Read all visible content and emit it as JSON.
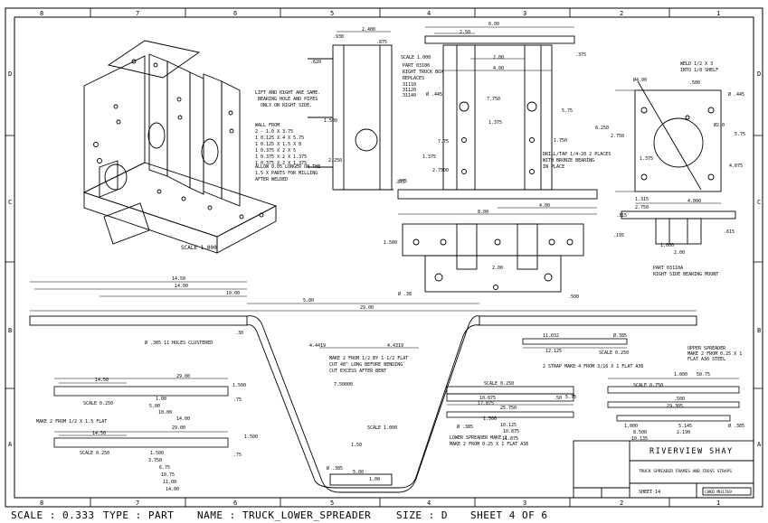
{
  "border": {
    "top_zones": [
      "8",
      "7",
      "6",
      "5",
      "4",
      "3",
      "2",
      "1"
    ],
    "bottom_zones": [
      "8",
      "7",
      "6",
      "5",
      "4",
      "3",
      "2",
      "1"
    ],
    "side_zones": [
      "D",
      "C",
      "B",
      "A"
    ]
  },
  "iso_view": {
    "scale": "SCALE  1.000"
  },
  "end_view": {
    "dims": [
      "2.400",
      ".938",
      ".875",
      "1.500",
      ".375",
      "2.250",
      ".620"
    ]
  },
  "lift_note": [
    "LIFT AND RIGHT ARE SAME.",
    "BEARING HOLE AND PIPES",
    "ONLY ON RIGHT SIDE."
  ],
  "wall_table": [
    "WALL    FROM",
    "2 - 1.0 X 3.75",
    "1 0.125 X 4 X 5.75",
    "1 0.125 X 1.5 X 8",
    "1 0.375 X 2 X 5",
    "1 0.375 X 2 X 1.375",
    "1 0.375 X 2 X 1.375"
  ],
  "allow_note": [
    "ALLOW 0.05 LONGER ON THE",
    "1.5 X PARTS FOR MILLING",
    "AFTER WELDED"
  ],
  "front_view": {
    "scale": "SCALE  1.000",
    "part": [
      "PART 03100",
      "RIGHT TRUCK BOX",
      "REPLACES",
      "31110",
      "31120",
      "31140"
    ],
    "top_dims": [
      "6.00",
      "2.50",
      "2.00",
      "4.00",
      ".375"
    ],
    "mid_dims": [
      "Ø .445",
      "7.750",
      "1.375",
      "5.75",
      "7.75",
      "1.375",
      "2.7500",
      "1.750"
    ],
    "drill_note": [
      "DRILL/TAP 1/4-20 2 PLACES",
      "WITH BRONZE BEARING",
      "IN PLACE"
    ],
    "bottom_dims": [
      "8.00",
      "4.00",
      ".375"
    ]
  },
  "bearing_mount": {
    "weld_note": [
      "WELD 1/2 X 3",
      "INTO 1/8 SHELF"
    ],
    "dims": [
      "Ø4.00",
      ".500",
      "Ø .445",
      "Ø2.0",
      "6.250",
      "2.750",
      "1.375",
      "5.75",
      "4.075",
      "1.315",
      "2.750",
      "4.000",
      ".315",
      ".195",
      "1.000",
      "2.00",
      ".615"
    ],
    "part": [
      "PART 03110A",
      "RIGHT SIDE BEARING MOUNT"
    ]
  },
  "pipe_view": {
    "dims": [
      "1.500",
      "Ø .38",
      "2.00",
      ".500"
    ]
  },
  "spreader_main": {
    "dims": [
      "14.50",
      "14.00",
      "10.00",
      "5.00",
      "29.00",
      ".30",
      "4.4419",
      "4.4319",
      "7.50000",
      "1.50",
      "5.00",
      "1.00",
      "Ø .385"
    ],
    "notes": [
      "Ø .385 11 HOLES CLUSTERED",
      "MAKE 2 FROM 1/2 BY 1-1/2 FLAT",
      "CUT 48\" LONG BEFORE BENDING",
      "CUT EXCESS AFTER BENT"
    ],
    "scale": "SCALE  1.000"
  },
  "strap_1": {
    "dims": [
      "14.50",
      "29.00",
      "1.500",
      ".75",
      "1.00",
      "5.00",
      "10.00",
      "14.00"
    ],
    "scale": "SCALE  0.250"
  },
  "strap_2": {
    "dims": [
      "14.50",
      "29.00",
      "1.500",
      ".75",
      "1.500",
      "3.750",
      "6.75",
      "10.75",
      "11.00",
      "14.00"
    ],
    "scale": "SCALE  0.250",
    "note": "MAKE 2 FROM 1/2 X 1.5 FLAT"
  },
  "strap_3": {
    "dims": [
      "11.032",
      "12.125",
      "Ø.385",
      "SCALE  0.250"
    ],
    "note": "2 STRAP MAKE 4 FROM 3/16 X 1 FLAT A36"
  },
  "lower_spreader": {
    "scale": "SCALE  0.250",
    "dims": [
      "10.875",
      "17.875",
      "25.750",
      ".50",
      "5.75",
      "1.500",
      "10.125",
      "10.875",
      "11.875",
      "Ø .385"
    ],
    "note": [
      "LOWER SPREADER MAKE 2",
      "MAKE 2 FROM 0.25 X 1 FLAT A36"
    ]
  },
  "upper_spreader": {
    "note": [
      "UPPER SPREADER",
      "MAKE 2 FROM 0.25 X 1",
      "FLAT A36 STEEL"
    ],
    "dims": [
      "1.000",
      "50.75",
      "SCALE  0.750",
      ".500",
      "29.305",
      "1.000",
      "8.500",
      "5.145",
      "10.135",
      "2.190",
      "Ø .385"
    ]
  },
  "title_block": {
    "company": "RIVERVIEW SHAY",
    "title": "TRUCK SPREADER FRAMES AND CROSS STRAPS",
    "sheet": "SHEET 14",
    "checked": "CHKD MH1769"
  },
  "footer": {
    "scale": "SCALE : 0.333",
    "type": "TYPE : PART",
    "name": "NAME : TRUCK_LOWER_SPREADER",
    "size": "SIZE : D",
    "sheet": "SHEET 4 OF 6"
  }
}
